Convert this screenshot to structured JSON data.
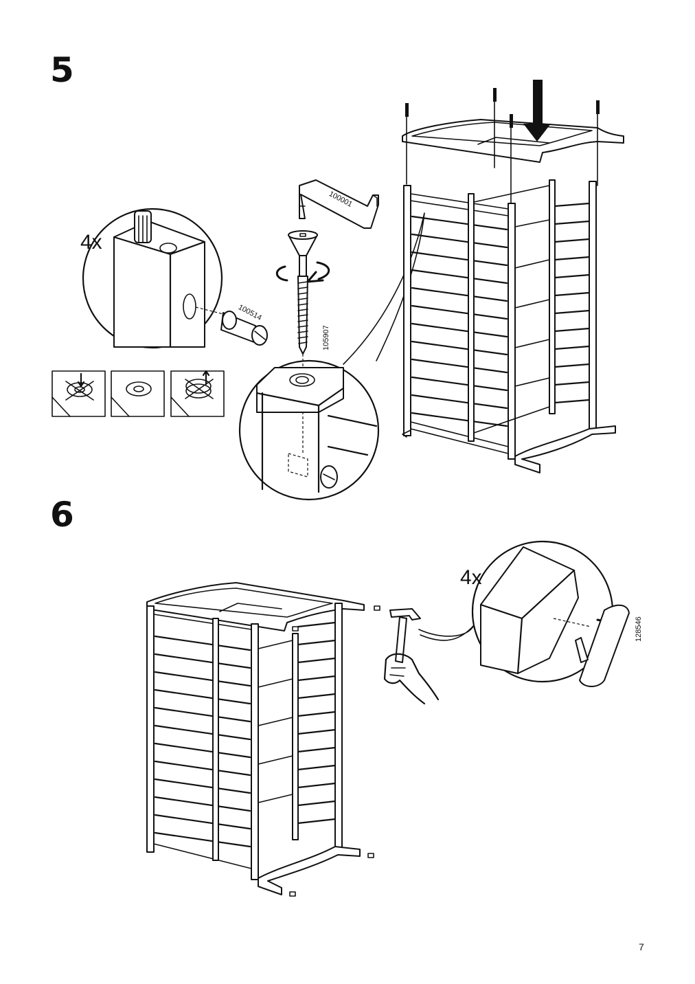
{
  "page": {
    "number": "7"
  },
  "step5": {
    "number": "5",
    "detail_quantity": "4x",
    "parts": {
      "allen_key": "100001",
      "barrel_nut": "100514",
      "bolt": "105907"
    },
    "orientation_thumbs": [
      {
        "name": "slot-wrong-down"
      },
      {
        "name": "slot-correct"
      },
      {
        "name": "slot-wrong-up"
      }
    ]
  },
  "step6": {
    "number": "6",
    "detail_quantity": "4x",
    "parts": {
      "glide": "128546"
    }
  },
  "colors": {
    "ink": "#111111",
    "background": "#ffffff"
  },
  "icons": [
    "hammer-icon",
    "arrow-down-icon",
    "rotate-arrow-icon"
  ]
}
